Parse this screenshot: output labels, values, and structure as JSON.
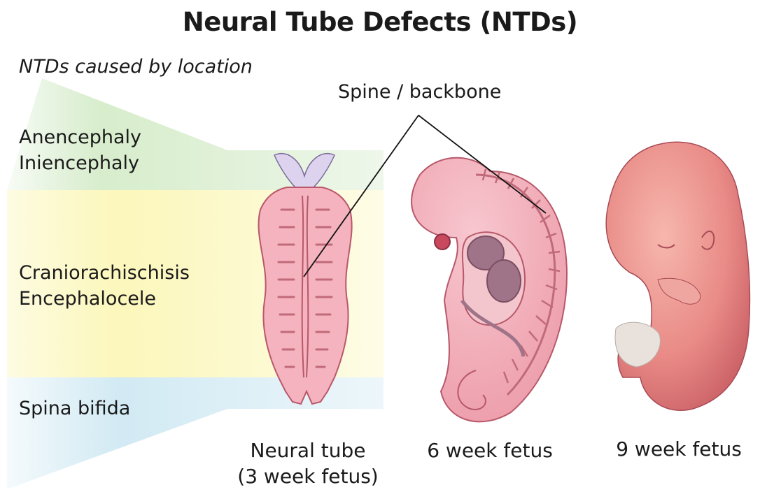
{
  "title": "Neural Tube Defects (NTDs)",
  "subtitle": "NTDs caused by location",
  "location_labels": {
    "brain": [
      "Anencephaly",
      "Iniencephaly"
    ],
    "cranio": [
      "Craniorachischisis",
      "Encephalocele"
    ],
    "spine": [
      "Spina bifida"
    ]
  },
  "callout": "Spine / backbone",
  "captions": {
    "neural_tube": [
      "Neural tube",
      "(3 week fetus)"
    ],
    "six_week": "6 week fetus",
    "nine_week": "9 week fetus"
  },
  "colors": {
    "band_green": "#cfe9c4",
    "band_yellow": "#fbf6b6",
    "band_blue": "#cde7f2",
    "tissue": "#f2a9b5",
    "tissue_dark": "#c9616f",
    "fetus": "#e98a86"
  }
}
